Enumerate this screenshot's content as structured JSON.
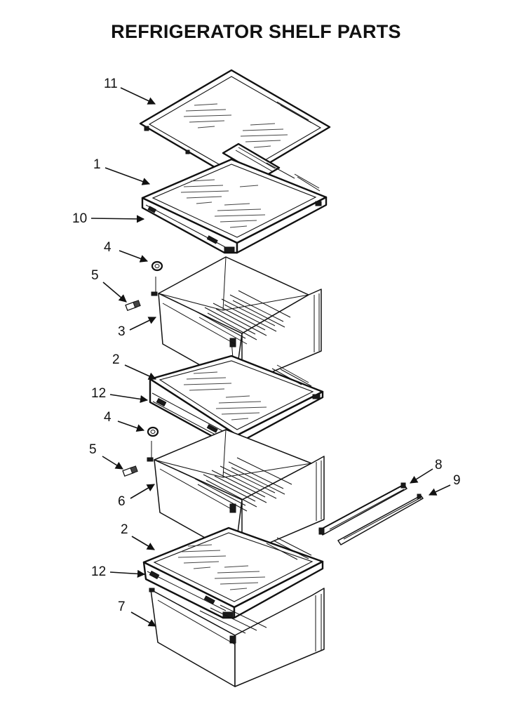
{
  "title": "REFRIGERATOR SHELF PARTS",
  "callouts": [
    {
      "id": "c11",
      "text": "11"
    },
    {
      "id": "c1",
      "text": "1"
    },
    {
      "id": "c10",
      "text": "10"
    },
    {
      "id": "c4a",
      "text": "4"
    },
    {
      "id": "c5a",
      "text": "5"
    },
    {
      "id": "c3",
      "text": "3"
    },
    {
      "id": "c2a",
      "text": "2"
    },
    {
      "id": "c12a",
      "text": "12"
    },
    {
      "id": "c4b",
      "text": "4"
    },
    {
      "id": "c5b",
      "text": "5"
    },
    {
      "id": "c6",
      "text": "6"
    },
    {
      "id": "c8",
      "text": "8"
    },
    {
      "id": "c9",
      "text": "9"
    },
    {
      "id": "c2b",
      "text": "2"
    },
    {
      "id": "c12b",
      "text": "12"
    },
    {
      "id": "c7",
      "text": "7"
    }
  ]
}
